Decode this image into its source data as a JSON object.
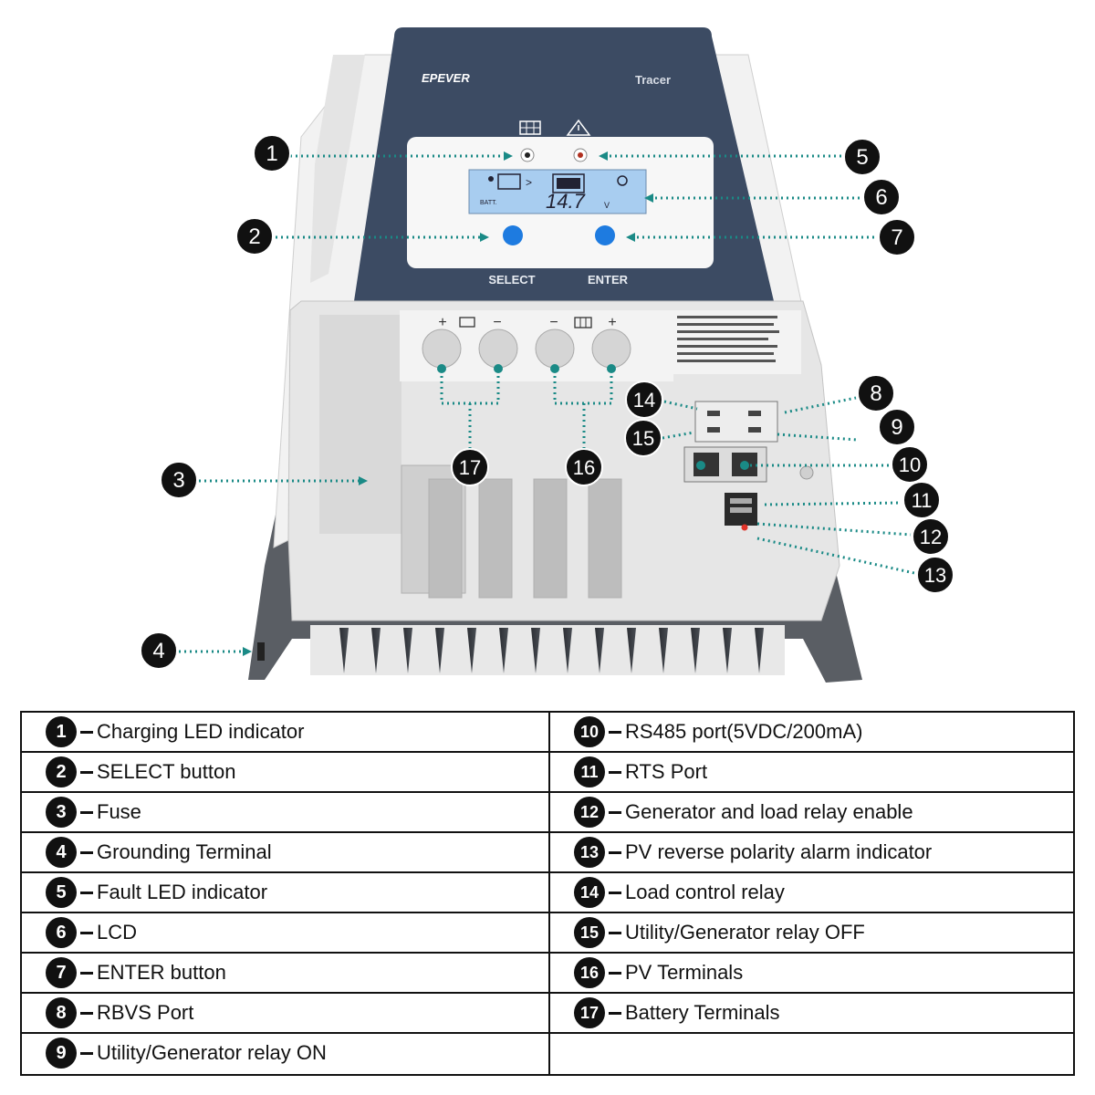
{
  "device": {
    "brand": "EPEVER",
    "model": "Tracer",
    "lcd_readout": "14.7",
    "lcd_unit": "V",
    "lcd_label": "BATT.",
    "select_label": "SELECT",
    "enter_label": "ENTER",
    "plus": "+",
    "minus": "−"
  },
  "callouts": [
    {
      "n": "1"
    },
    {
      "n": "2"
    },
    {
      "n": "3"
    },
    {
      "n": "4"
    },
    {
      "n": "5"
    },
    {
      "n": "6"
    },
    {
      "n": "7"
    },
    {
      "n": "8"
    },
    {
      "n": "9"
    },
    {
      "n": "10"
    },
    {
      "n": "11"
    },
    {
      "n": "12"
    },
    {
      "n": "13"
    },
    {
      "n": "14"
    },
    {
      "n": "15"
    },
    {
      "n": "16"
    },
    {
      "n": "17"
    }
  ],
  "legend": {
    "left": [
      {
        "n": "1",
        "text": "Charging LED indicator"
      },
      {
        "n": "2",
        "text": "SELECT button"
      },
      {
        "n": "3",
        "text": "Fuse"
      },
      {
        "n": "4",
        "text": "Grounding Terminal"
      },
      {
        "n": "5",
        "text": "Fault LED indicator"
      },
      {
        "n": "6",
        "text": "LCD"
      },
      {
        "n": "7",
        "text": "ENTER button"
      },
      {
        "n": "8",
        "text": "RBVS Port"
      },
      {
        "n": "9",
        "text": "Utility/Generator relay ON"
      }
    ],
    "right": [
      {
        "n": "10",
        "text": "RS485 port(5VDC/200mA)"
      },
      {
        "n": "11",
        "text": "RTS Port"
      },
      {
        "n": "12",
        "text": "Generator and load relay enable"
      },
      {
        "n": "13",
        "text": "PV reverse polarity alarm indicator"
      },
      {
        "n": "14",
        "text": "Load control relay"
      },
      {
        "n": "15",
        "text": "Utility/Generator relay OFF"
      },
      {
        "n": "16",
        "text": "PV Terminals"
      },
      {
        "n": "17",
        "text": "Battery Terminals"
      }
    ]
  },
  "colors": {
    "panel_navy": "#3c4b63",
    "lcd_blue": "#a8cdf0",
    "button_blue": "#1e7be0",
    "leader_teal": "#1a8a86",
    "callout_black": "#111111",
    "led_red": "#e0342a"
  }
}
